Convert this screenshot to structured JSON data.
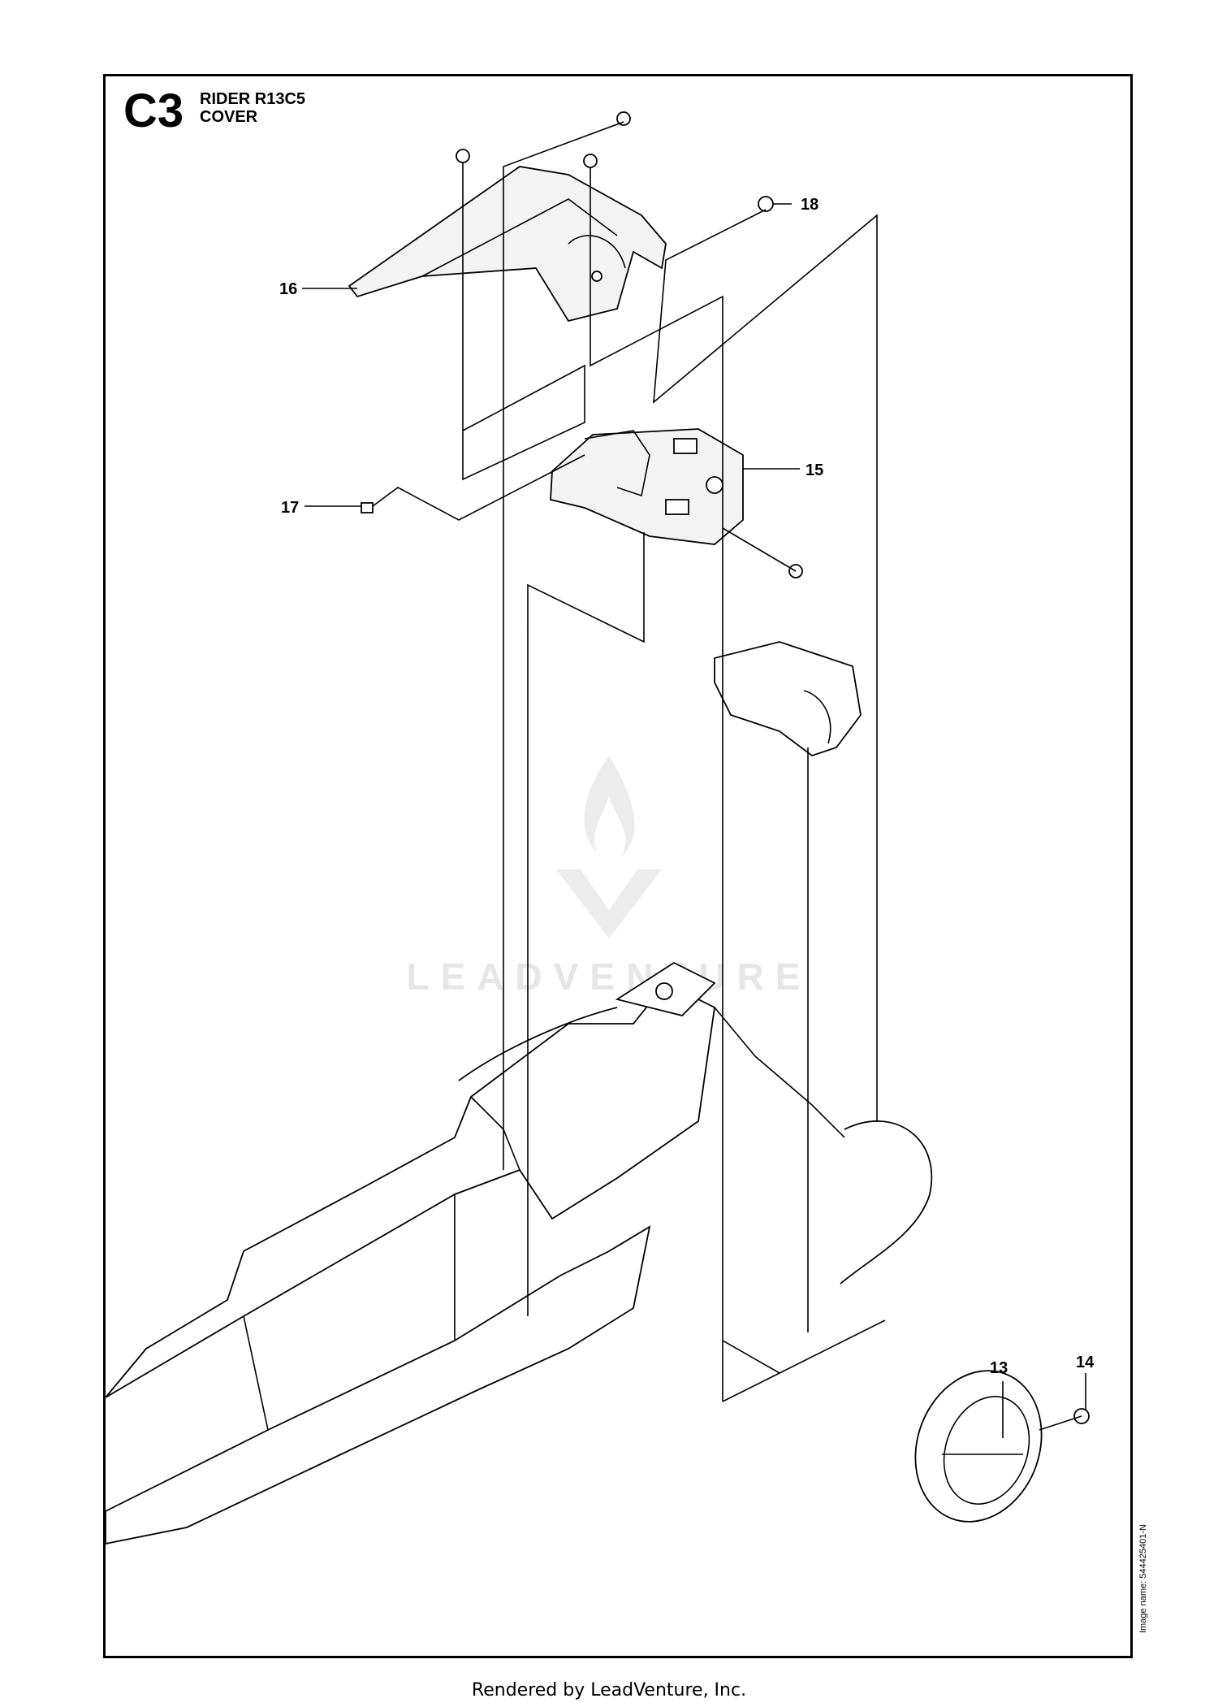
{
  "header": {
    "section_code": "C3",
    "model": "RIDER R13C5",
    "section": "COVER"
  },
  "callouts": [
    {
      "label": "16"
    },
    {
      "label": "18"
    },
    {
      "label": "15"
    },
    {
      "label": "17"
    },
    {
      "label": "13"
    },
    {
      "label": "14"
    }
  ],
  "image_name": "Image name: 544425401-N",
  "watermark": "LEADVENTURE",
  "footer": "Rendered by LeadVenture, Inc."
}
